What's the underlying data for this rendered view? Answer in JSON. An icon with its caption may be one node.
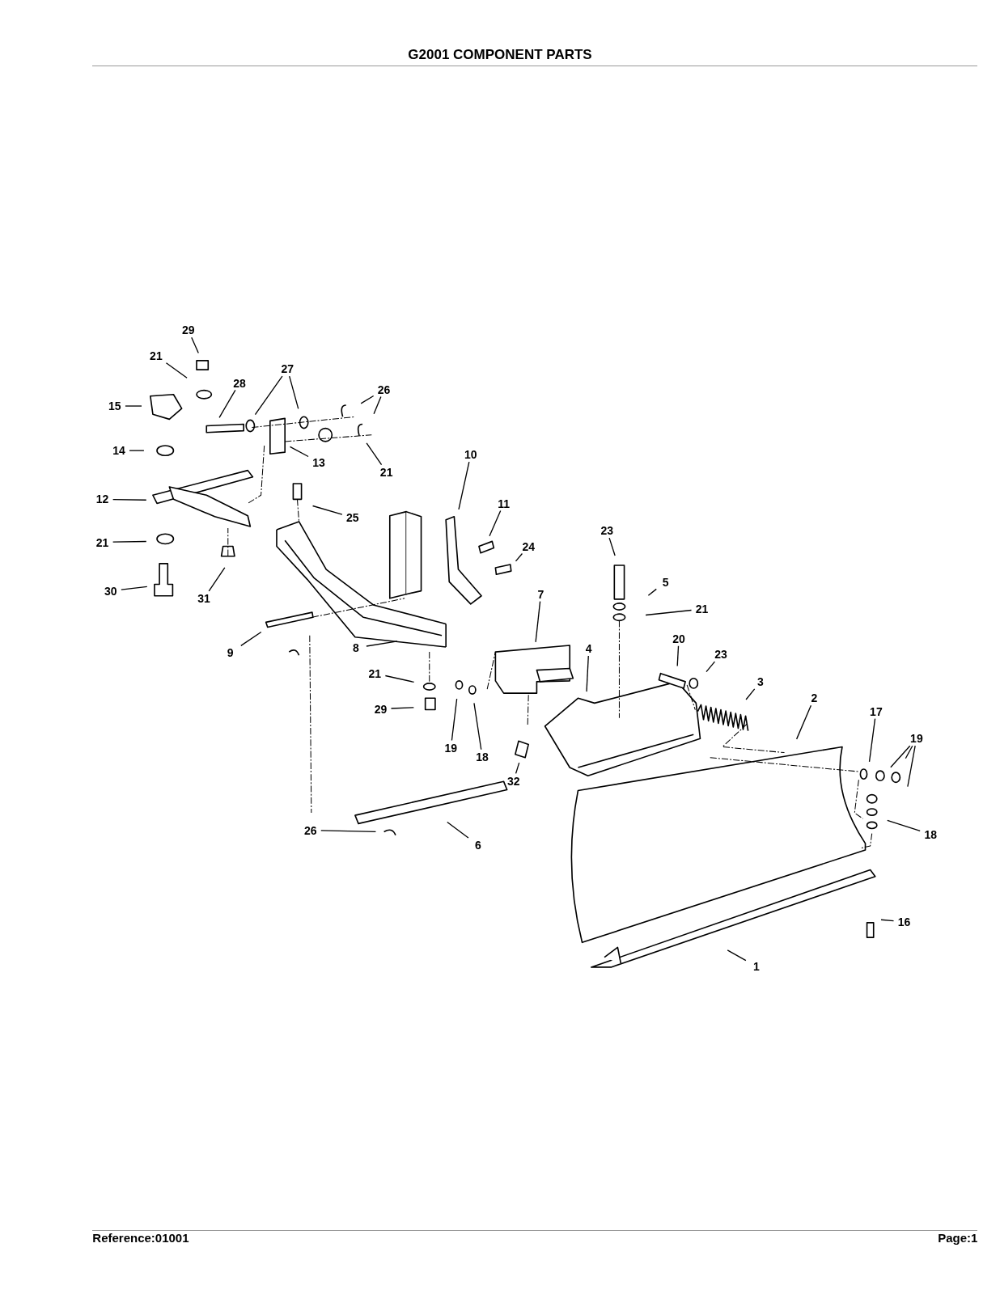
{
  "diagram": {
    "title": "G2001 COMPONENT PARTS",
    "nodes": [
      {
        "text": [
          "29"
        ]
      },
      {
        "text": [
          "21"
        ]
      },
      {
        "text": [
          "28"
        ]
      },
      {
        "text": [
          "27"
        ]
      },
      {
        "text": [
          "26"
        ]
      },
      {
        "text": [
          "15"
        ]
      },
      {
        "text": [
          "14"
        ]
      },
      {
        "text": [
          "13"
        ]
      },
      {
        "text": [
          "21"
        ]
      },
      {
        "text": [
          "10"
        ]
      },
      {
        "text": [
          "11"
        ]
      },
      {
        "text": [
          "12"
        ]
      },
      {
        "text": [
          "25"
        ]
      },
      {
        "text": [
          "24"
        ]
      },
      {
        "text": [
          "23"
        ]
      },
      {
        "text": [
          "21"
        ]
      },
      {
        "text": [
          "30"
        ]
      },
      {
        "text": [
          "31"
        ]
      },
      {
        "text": [
          "5"
        ]
      },
      {
        "text": [
          "21"
        ]
      },
      {
        "text": [
          "7"
        ]
      },
      {
        "text": [
          "9"
        ]
      },
      {
        "text": [
          "8"
        ]
      },
      {
        "text": [
          "20"
        ]
      },
      {
        "text": [
          "4"
        ]
      },
      {
        "text": [
          "23"
        ]
      },
      {
        "text": [
          "3"
        ]
      },
      {
        "text": [
          "2"
        ]
      },
      {
        "text": [
          "21"
        ]
      },
      {
        "text": [
          "29"
        ]
      },
      {
        "text": [
          "17"
        ]
      },
      {
        "text": [
          "19"
        ]
      },
      {
        "text": [
          "19"
        ]
      },
      {
        "text": [
          "18"
        ]
      },
      {
        "text": [
          "32"
        ]
      },
      {
        "text": [
          "26"
        ]
      },
      {
        "text": [
          "6"
        ]
      },
      {
        "text": [
          "18"
        ]
      },
      {
        "text": [
          "16"
        ]
      },
      {
        "text": [
          "1"
        ]
      }
    ],
    "edges": [
      {
        "from": 0,
        "to": null,
        "arrow": "none"
      },
      {
        "from": 1,
        "to": null,
        "arrow": "none"
      },
      {
        "from": 2,
        "to": null,
        "arrow": "none"
      },
      {
        "from": 3,
        "to": null,
        "arrow": "none"
      },
      {
        "from": 3,
        "to": null,
        "arrow": "none"
      },
      {
        "from": 4,
        "to": null,
        "arrow": "none"
      },
      {
        "from": 4,
        "to": null,
        "arrow": "none"
      },
      {
        "from": 5,
        "to": null,
        "arrow": "none"
      },
      {
        "from": 6,
        "to": null,
        "arrow": "none"
      },
      {
        "from": 7,
        "to": null,
        "arrow": "none"
      },
      {
        "from": 8,
        "to": null,
        "arrow": "none"
      },
      {
        "from": 9,
        "to": null,
        "arrow": "none"
      },
      {
        "from": 10,
        "to": null,
        "arrow": "none"
      },
      {
        "from": 11,
        "to": null,
        "arrow": "none"
      },
      {
        "from": 12,
        "to": null,
        "arrow": "none"
      },
      {
        "from": 13,
        "to": null,
        "arrow": "none"
      },
      {
        "from": 14,
        "to": null,
        "arrow": "none"
      },
      {
        "from": 15,
        "to": null,
        "arrow": "none"
      },
      {
        "from": 16,
        "to": null,
        "arrow": "none"
      },
      {
        "from": 17,
        "to": null,
        "arrow": "none"
      },
      {
        "from": 18,
        "to": null,
        "arrow": "none"
      },
      {
        "from": 19,
        "to": null,
        "arrow": "none"
      },
      {
        "from": 20,
        "to": null,
        "arrow": "none"
      },
      {
        "from": 21,
        "to": null,
        "arrow": "none"
      },
      {
        "from": 22,
        "to": null,
        "arrow": "none"
      },
      {
        "from": 23,
        "to": null,
        "arrow": "none"
      },
      {
        "from": 24,
        "to": null,
        "arrow": "none"
      },
      {
        "from": 25,
        "to": null,
        "arrow": "none"
      },
      {
        "from": 26,
        "to": null,
        "arrow": "none"
      },
      {
        "from": 27,
        "to": null,
        "arrow": "none"
      },
      {
        "from": 28,
        "to": null,
        "arrow": "none"
      },
      {
        "from": 29,
        "to": null,
        "arrow": "none"
      },
      {
        "from": 30,
        "to": null,
        "arrow": "none"
      },
      {
        "from": 31,
        "to": null,
        "arrow": "none"
      },
      {
        "from": 31,
        "to": null,
        "arrow": "none"
      },
      {
        "from": 31,
        "to": null,
        "arrow": "none"
      },
      {
        "from": 32,
        "to": null,
        "arrow": "none"
      },
      {
        "from": 33,
        "to": null,
        "arrow": "none"
      },
      {
        "from": 34,
        "to": null,
        "arrow": "none"
      },
      {
        "from": 35,
        "to": null,
        "arrow": "none"
      },
      {
        "from": 36,
        "to": null,
        "arrow": "none"
      },
      {
        "from": 37,
        "to": null,
        "arrow": "none"
      },
      {
        "from": 38,
        "to": null,
        "arrow": "none"
      },
      {
        "from": 39,
        "to": null,
        "arrow": "none"
      }
    ],
    "labels": [
      "Reference:01001",
      "Page:1"
    ]
  }
}
